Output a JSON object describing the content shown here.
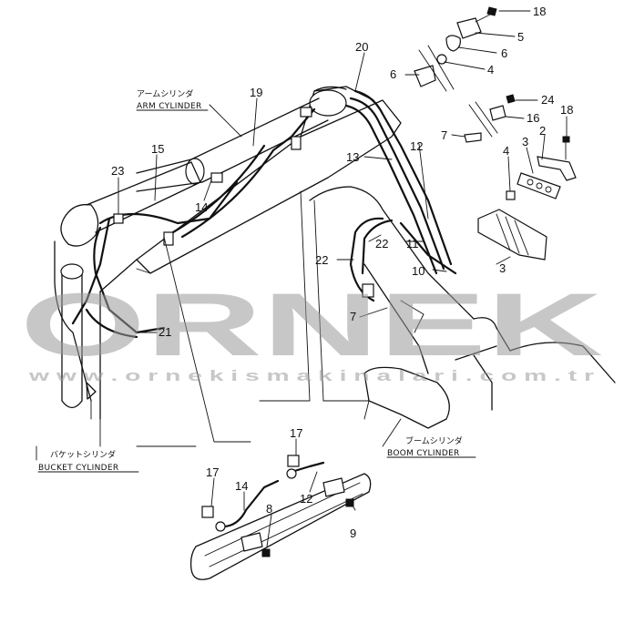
{
  "watermark": {
    "brand": "ORNEK",
    "url": "w w w . o r n e k i s m a k i n a l a r i . c o m . t r"
  },
  "captions": {
    "arm_jp": "アームシリンダ",
    "arm_en": "ARM CYLINDER",
    "bucket_jp": "バケットシリンダ",
    "bucket_en": "BUCKET CYLINDER",
    "boom_jp": "ブームシリンダ",
    "boom_en": "BOOM CYLINDER"
  },
  "callouts": {
    "c18a": "18",
    "c5": "5",
    "c6a": "6",
    "c4a": "4",
    "c6b": "6",
    "c20": "20",
    "c19": "19",
    "c24": "24",
    "c16": "16",
    "c18b": "18",
    "c2": "2",
    "c3a": "3",
    "c7a": "7",
    "c12a": "12",
    "c4b": "4",
    "c13": "13",
    "c23": "23",
    "c15": "15",
    "c14a": "14",
    "c22a": "22",
    "c11": "11",
    "c22b": "22",
    "c10": "10",
    "c3b": "3",
    "c7b": "7",
    "c21": "21",
    "c17a": "17",
    "c17b": "17",
    "c12b": "12",
    "c14b": "14",
    "c8": "8",
    "c9": "9"
  }
}
